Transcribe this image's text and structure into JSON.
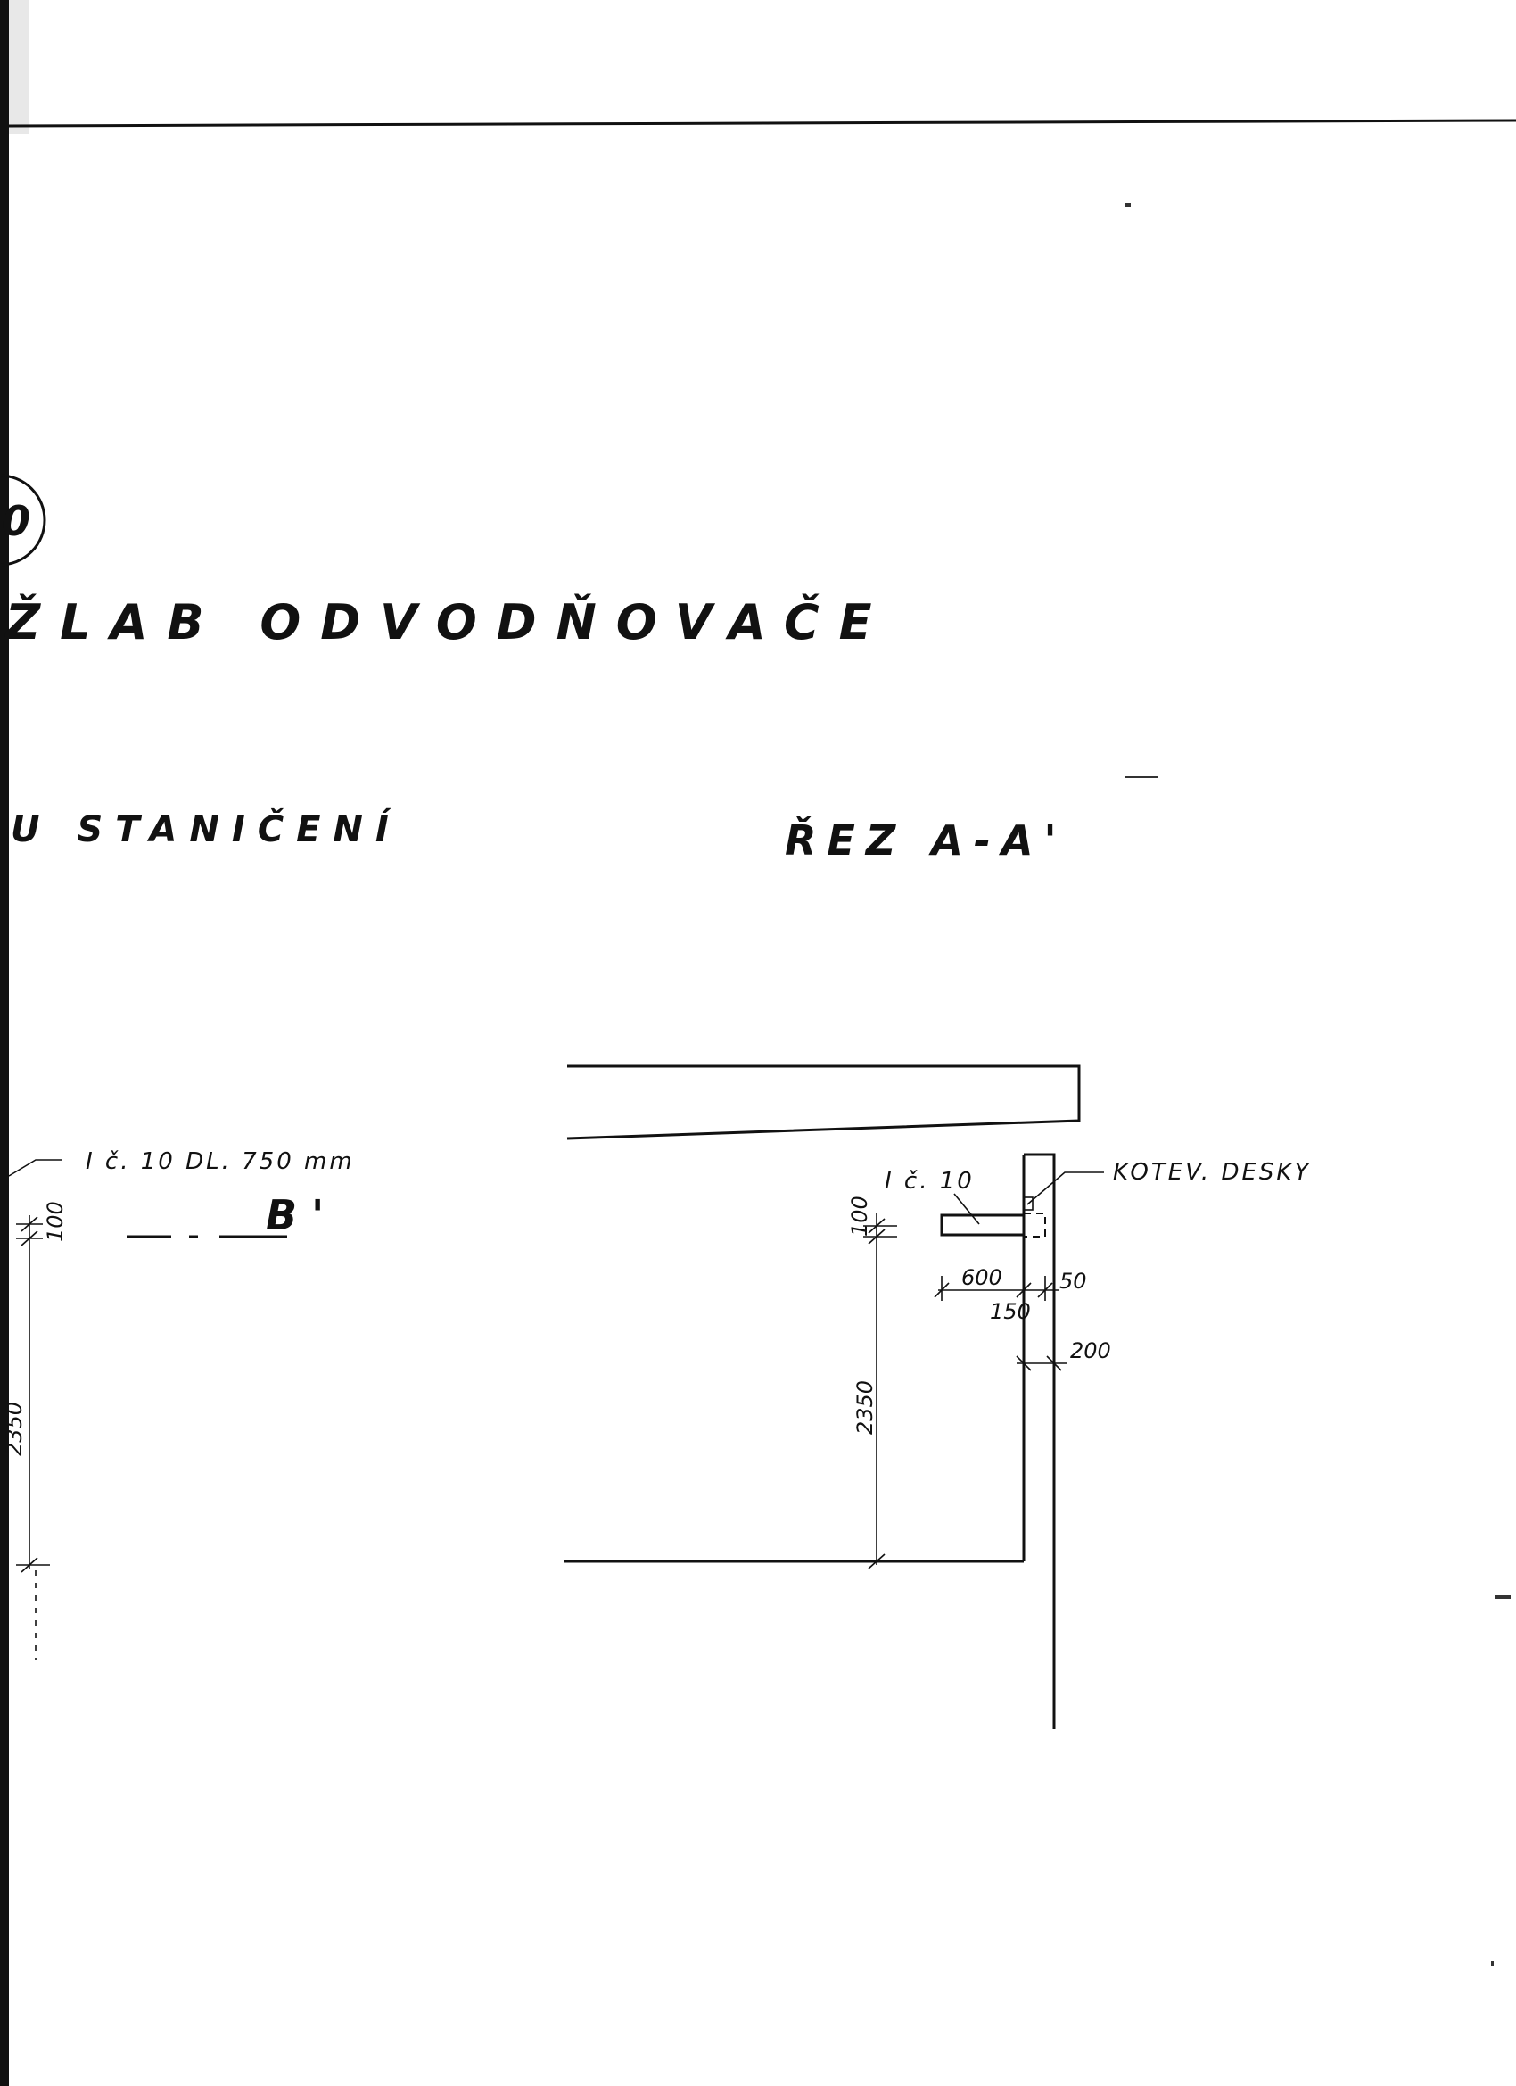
{
  "drawing": {
    "circle_number": "0",
    "title": "ŽLAB ODVODŇOVAČE",
    "subtitle": "U STANIČENÍ",
    "section_label": "ŘEZ A-A'"
  },
  "left_view": {
    "beam_label": "I č. 10 DL. 750 mm",
    "section_mark": "B '",
    "dim_top": "100",
    "dim_height": "2350"
  },
  "section_view": {
    "beam_label": "I č. 10",
    "anchor_label": "KOTEV. DESKY",
    "dim_top": "100",
    "dim_height": "2350",
    "dim_600": "600",
    "dim_150": "150",
    "dim_50": "50",
    "dim_200": "200"
  }
}
